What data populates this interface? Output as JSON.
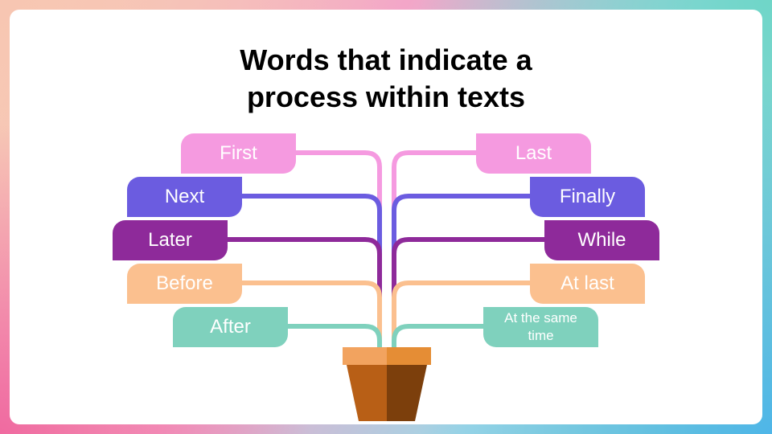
{
  "title": {
    "line1": "Words that indicate a",
    "line2": "process within texts"
  },
  "left_words": [
    {
      "label": "First",
      "color": "#f59ae0"
    },
    {
      "label": "Next",
      "color": "#6b5ce0"
    },
    {
      "label": "Later",
      "color": "#8e2a9a"
    },
    {
      "label": "Before",
      "color": "#fbc08f"
    },
    {
      "label": "After",
      "color": "#7fd1bd"
    }
  ],
  "right_words": [
    {
      "label": "Last",
      "color": "#f59ae0"
    },
    {
      "label": "Finally",
      "color": "#6b5ce0"
    },
    {
      "label": "While",
      "color": "#8e2a9a"
    },
    {
      "label": "At last",
      "color": "#fbc08f"
    },
    {
      "label": "At the same time",
      "color": "#7fd1bd"
    }
  ],
  "pot_colors": {
    "rim_left": "#f2a35f",
    "rim_right": "#e58d35",
    "body_left": "#b85f16",
    "body_right": "#7c3f0c"
  }
}
